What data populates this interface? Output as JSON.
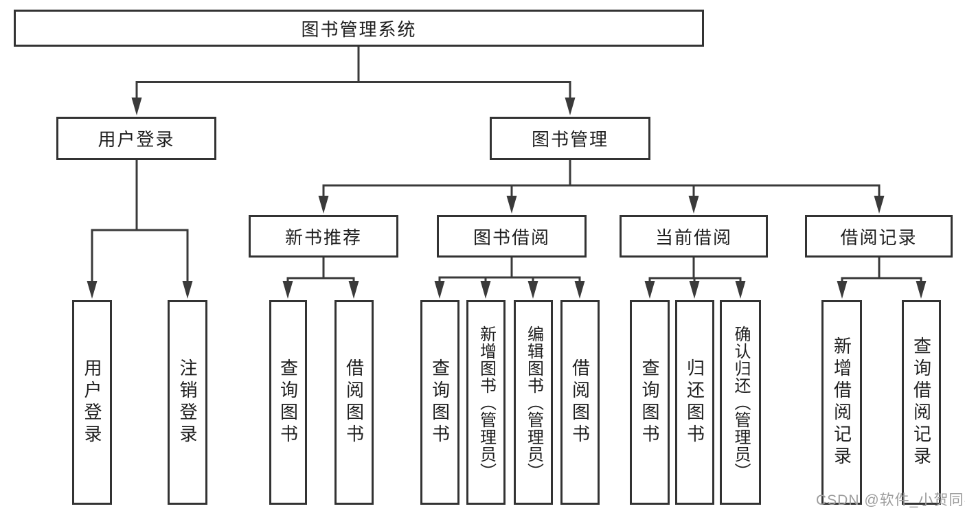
{
  "tree": {
    "label": "图书管理系统",
    "children": [
      {
        "label": "用户登录",
        "children": [
          {
            "label": "用户登录"
          },
          {
            "label": "注销登录"
          }
        ]
      },
      {
        "label": "图书管理",
        "children": [
          {
            "label": "新书推荐",
            "children": [
              {
                "label": "查询图书"
              },
              {
                "label": "借阅图书"
              }
            ]
          },
          {
            "label": "图书借阅",
            "children": [
              {
                "label": "查询图书"
              },
              {
                "label": "新增图书（管理员）"
              },
              {
                "label": "编辑图书（管理员）"
              },
              {
                "label": "借阅图书"
              }
            ]
          },
          {
            "label": "当前借阅",
            "children": [
              {
                "label": "查询图书"
              },
              {
                "label": "归还图书"
              },
              {
                "label": "确认归还（管理员）"
              }
            ]
          },
          {
            "label": "借阅记录",
            "children": [
              {
                "label": "新增借阅记录"
              },
              {
                "label": "查询借阅记录"
              }
            ]
          }
        ]
      }
    ]
  },
  "watermark": "CSDN @软件_小贺同学",
  "colors": {
    "background": "#ffffff",
    "box_border": "#333333",
    "line": "#3a3a3a",
    "text": "#1e1e1e",
    "watermark": "#9d9d9d"
  }
}
